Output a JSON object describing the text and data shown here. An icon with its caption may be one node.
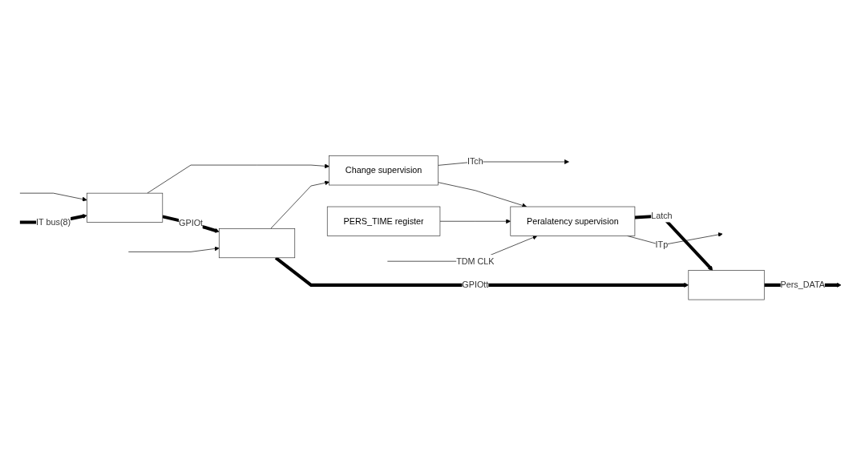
{
  "diagram": {
    "nodes": [
      {
        "text": [],
        "shape": "box"
      },
      {
        "text": [],
        "shape": "box"
      },
      {
        "text": [],
        "shape": "box"
      },
      {
        "text": [
          "Change supervision"
        ]
      },
      {
        "text": [
          "Peralatency supervision"
        ]
      },
      {
        "text": [
          "PERS_TIME register"
        ]
      }
    ],
    "edges": [
      {
        "from": null,
        "to": 0,
        "arrow": "to",
        "label": "IT bus(8)",
        "style": "thick"
      },
      {
        "from": 0,
        "to": 1,
        "arrow": "to",
        "label": "GPIOt",
        "style": "thick"
      },
      {
        "from": 1,
        "to": 2,
        "arrow": "to",
        "label": "GPIOtt",
        "style": "thick"
      },
      {
        "from": 2,
        "to": null,
        "arrow": "to",
        "label": "Pers_DATA",
        "style": "thick"
      },
      {
        "from": 0,
        "to": 3,
        "arrow": "to"
      },
      {
        "from": 1,
        "to": 3,
        "arrow": "to"
      },
      {
        "from": null,
        "to": 4,
        "arrow": "to",
        "label": "TDM CLK"
      },
      {
        "from": null,
        "to": 0,
        "arrow": "to"
      },
      {
        "from": null,
        "to": 1,
        "arrow": "to"
      },
      {
        "from": 3,
        "to": 4,
        "arrow": "to"
      },
      {
        "from": 5,
        "to": 4,
        "arrow": "to"
      },
      {
        "from": 3,
        "to": null,
        "arrow": "to",
        "label": "ITch"
      },
      {
        "from": 4,
        "to": null,
        "arrow": "to",
        "label": "ITp"
      },
      {
        "from": 4,
        "to": 2,
        "arrow": "to",
        "label": "Latch",
        "style": "thick"
      }
    ]
  }
}
